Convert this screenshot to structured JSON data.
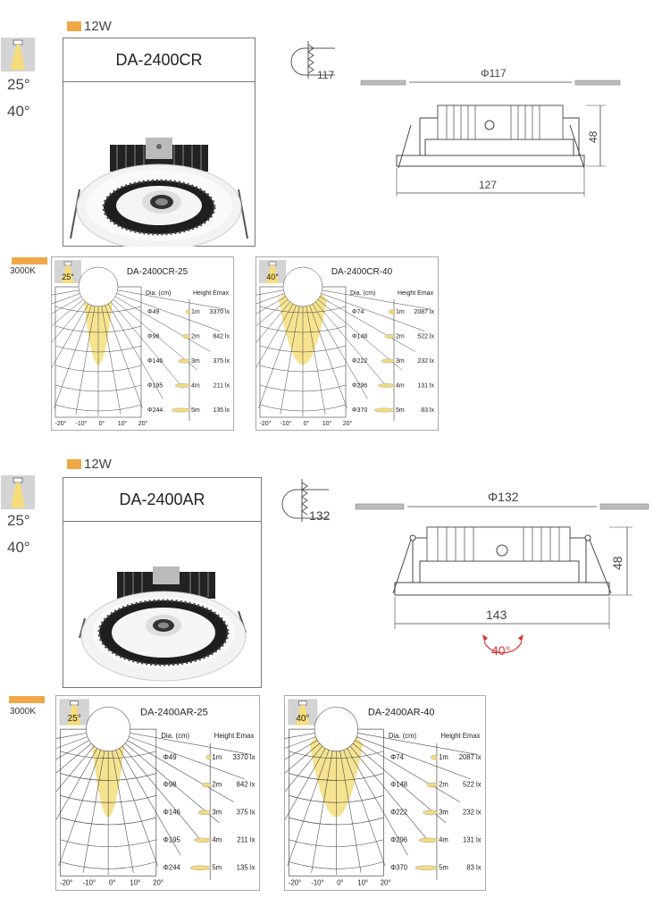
{
  "sections": [
    {
      "power": "12W",
      "beam_angles": [
        "25°",
        "40°"
      ],
      "model": "DA-2400CR",
      "cutout": "117",
      "dims": {
        "cutout_width": "Φ117",
        "height": "48",
        "outer_width": "127"
      },
      "color_temp": "3000K",
      "photometric": [
        {
          "title": "DA-2400CR-25",
          "angle": "25°",
          "rows": [
            {
              "dia": "Φ49",
              "height": "1m",
              "emax": "3370 lx"
            },
            {
              "dia": "Φ98",
              "height": "2m",
              "emax": "842 lx"
            },
            {
              "dia": "Φ146",
              "height": "3m",
              "emax": "375 lx"
            },
            {
              "dia": "Φ195",
              "height": "4m",
              "emax": "211 lx"
            },
            {
              "dia": "Φ244",
              "height": "5m",
              "emax": "135 lx"
            }
          ]
        },
        {
          "title": "DA-2400CR-40",
          "angle": "40°",
          "rows": [
            {
              "dia": "Φ74",
              "height": "1m",
              "emax": "2087 lx"
            },
            {
              "dia": "Φ148",
              "height": "2m",
              "emax": "522 lx"
            },
            {
              "dia": "Φ222",
              "height": "3m",
              "emax": "232 lx"
            },
            {
              "dia": "Φ296",
              "height": "4m",
              "emax": "131 lx"
            },
            {
              "dia": "Φ370",
              "height": "5m",
              "emax": "83 lx"
            }
          ]
        }
      ]
    },
    {
      "power": "12W",
      "beam_angles": [
        "25°",
        "40°"
      ],
      "model": "DA-2400AR",
      "cutout": "132",
      "dims": {
        "cutout_width": "Φ132",
        "height": "48",
        "outer_width": "143",
        "tilt": "40°"
      },
      "color_temp": "3000K",
      "photometric": [
        {
          "title": "DA-2400AR-25",
          "angle": "25°",
          "rows": [
            {
              "dia": "Φ49",
              "height": "1m",
              "emax": "3370 lx"
            },
            {
              "dia": "Φ98",
              "height": "2m",
              "emax": "842 lx"
            },
            {
              "dia": "Φ146",
              "height": "3m",
              "emax": "375 lx"
            },
            {
              "dia": "Φ195",
              "height": "4m",
              "emax": "211 lx"
            },
            {
              "dia": "Φ244",
              "height": "5m",
              "emax": "135 lx"
            }
          ]
        },
        {
          "title": "DA-2400AR-40",
          "angle": "40°",
          "rows": [
            {
              "dia": "Φ74",
              "height": "1m",
              "emax": "2087 lx"
            },
            {
              "dia": "Φ148",
              "height": "2m",
              "emax": "522 lx"
            },
            {
              "dia": "Φ222",
              "height": "3m",
              "emax": "232 lx"
            },
            {
              "dia": "Φ296",
              "height": "4m",
              "emax": "131 lx"
            },
            {
              "dia": "Φ370",
              "height": "5m",
              "emax": "83 lx"
            }
          ]
        }
      ]
    }
  ],
  "table_headers": {
    "dia": "Dia. (cm)",
    "height_emax": "Height Emax"
  },
  "axis_ticks": [
    "-20°",
    "-10°",
    "0°",
    "10°",
    "20°"
  ]
}
